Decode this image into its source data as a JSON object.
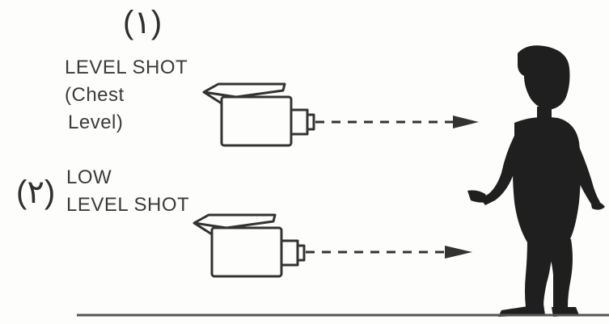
{
  "shot1": {
    "number": "(١)",
    "title": "LEVEL SHOT",
    "note_line1": "(Chest",
    "note_line2": "Level)"
  },
  "shot2": {
    "number": "(٢)",
    "title_line1": "LOW",
    "title_line2": "LEVEL SHOT"
  },
  "colors": {
    "ink": "#333333",
    "background": "#fdfdfb",
    "ground": "#555555"
  },
  "icons": [
    "camera-icon",
    "camera-icon",
    "person-silhouette"
  ]
}
